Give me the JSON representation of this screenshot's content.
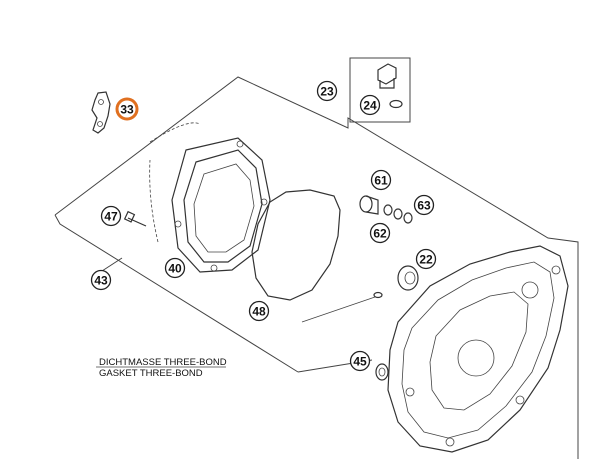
{
  "highlight_color": "#e07020",
  "callouts": {
    "c33": "33",
    "c23": "23",
    "c24": "24",
    "c61": "61",
    "c63": "63",
    "c62": "62",
    "c47": "47",
    "c43": "43",
    "c40": "40",
    "c48": "48",
    "c22": "22",
    "c45": "45"
  },
  "note": {
    "line1": "DICHTMASSE THREE-BOND",
    "line2": "GASKET THREE-BOND"
  }
}
